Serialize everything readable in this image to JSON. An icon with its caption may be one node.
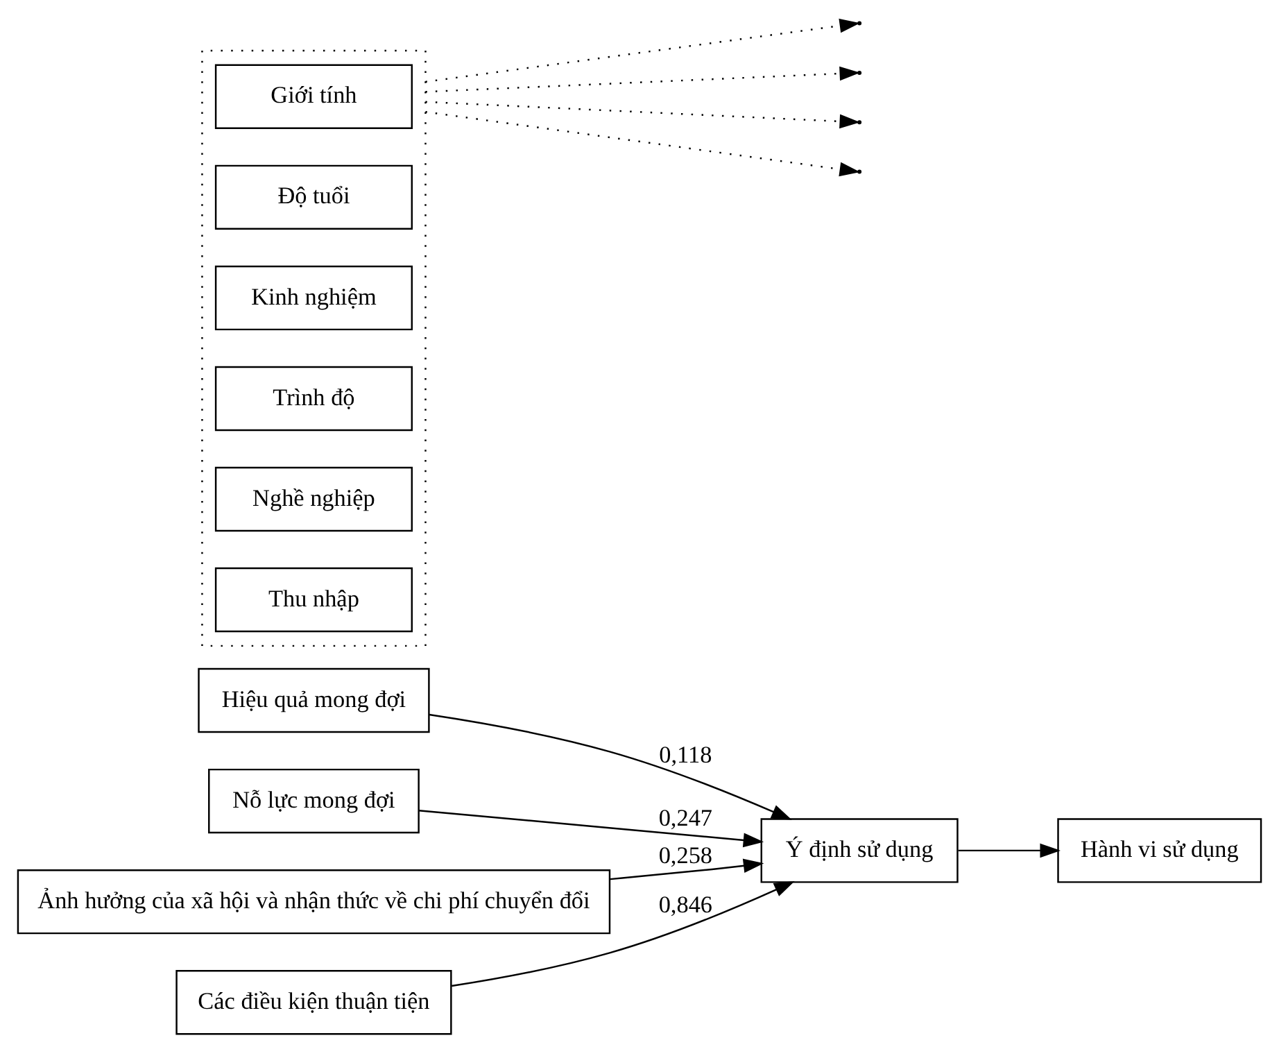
{
  "diagram": {
    "nodes": [
      {
        "text": [
          "Hiệu quả mong đợi"
        ]
      },
      {
        "text": [
          "Nỗ lực mong đợi"
        ]
      },
      {
        "text": [
          "Ảnh hưởng của xã hội và nhận thức về chi phí chuyển đổi"
        ]
      },
      {
        "text": [
          "Các điều kiện thuận tiện"
        ]
      },
      {
        "text": [
          "Ý định sử dụng"
        ]
      },
      {
        "text": [
          "Hành vi sử dụng"
        ]
      },
      {
        "text": [],
        "shape": "box"
      },
      {
        "text": [
          "Giới tính"
        ],
        "in": 6
      },
      {
        "text": [
          "Độ tuổi"
        ],
        "in": 6
      },
      {
        "text": [
          "Kinh nghiệm"
        ],
        "in": 6
      },
      {
        "text": [
          "Trình độ"
        ],
        "in": 6
      },
      {
        "text": [
          "Nghề nghiệp"
        ],
        "in": 6
      },
      {
        "text": [
          "Thu nhập"
        ],
        "in": 6
      }
    ],
    "edges": [
      {
        "from": 0,
        "to": 4,
        "arrow": "to",
        "label": "0,118"
      },
      {
        "from": 1,
        "to": 4,
        "arrow": "to",
        "label": "0,247"
      },
      {
        "from": 2,
        "to": 4,
        "arrow": "to",
        "label": "0,258"
      },
      {
        "from": 3,
        "to": 4,
        "arrow": "to",
        "label": "0,846"
      },
      {
        "from": 4,
        "to": 5,
        "arrow": "to"
      },
      {
        "from": 6,
        "to": null,
        "arrow": "to",
        "style": "dashed"
      },
      {
        "from": 6,
        "to": null,
        "arrow": "to",
        "style": "dashed"
      },
      {
        "from": 6,
        "to": null,
        "arrow": "to",
        "style": "dashed"
      },
      {
        "from": 6,
        "to": null,
        "arrow": "to",
        "style": "dashed"
      }
    ]
  }
}
